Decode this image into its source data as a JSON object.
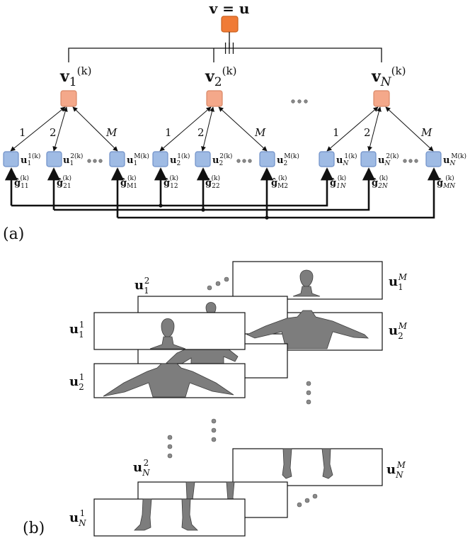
{
  "panel_a": {
    "label": "(a)",
    "top": {
      "label": "v = u",
      "equiv": "|||"
    },
    "groups": [
      {
        "v_label": "v",
        "v_sub": "1",
        "v_sup": "(k)",
        "edges": [
          "1",
          "2",
          "M"
        ],
        "nodes": [
          {
            "base": "u",
            "sub": "1",
            "sup": "1(k)",
            "g": "ĝ",
            "gsub": "11",
            "gsup": "(k)"
          },
          {
            "base": "u",
            "sub": "1",
            "sup": "2(k)",
            "g": "ĝ",
            "gsub": "21",
            "gsup": "(k)"
          },
          {
            "base": "u",
            "sub": "1",
            "sup": "M(k)",
            "g": "ĝ",
            "gsub": "M1",
            "gsup": "(k)"
          }
        ]
      },
      {
        "v_label": "v",
        "v_sub": "2",
        "v_sup": "(k)",
        "edges": [
          "1",
          "2",
          "M"
        ],
        "nodes": [
          {
            "base": "u",
            "sub": "2",
            "sup": "1(k)",
            "g": "ĝ",
            "gsub": "12",
            "gsup": "(k)"
          },
          {
            "base": "u",
            "sub": "2",
            "sup": "2(k)",
            "g": "ĝ",
            "gsub": "22",
            "gsup": "(k)"
          },
          {
            "base": "u",
            "sub": "2",
            "sup": "M(k)",
            "g": "ĝ",
            "gsub": "M2",
            "gsup": "(k)"
          }
        ]
      },
      {
        "v_label": "v",
        "v_sub": "N",
        "v_sup": "(k)",
        "edges": [
          "1",
          "2",
          "M"
        ],
        "nodes": [
          {
            "base": "u",
            "sub": "N",
            "sup": "1(k)",
            "g": "ĝ",
            "gsub": "1N",
            "gsup": "(k)"
          },
          {
            "base": "u",
            "sub": "N",
            "sup": "2(k)",
            "g": "ĝ",
            "gsub": "2N",
            "gsup": "(k)"
          },
          {
            "base": "u",
            "sub": "N",
            "sup": "M(k)",
            "g": "ĝ",
            "gsub": "MN",
            "gsup": "(k)"
          }
        ]
      }
    ],
    "colors": {
      "top": "#f07b36",
      "v_nodes": "#f4a88a",
      "u_nodes": "#9fbbe4"
    }
  },
  "panel_b": {
    "label": "(b)",
    "images": {
      "u11": {
        "base": "u",
        "sub": "1",
        "sup": "1"
      },
      "u12": {
        "base": "u",
        "sub": "1",
        "sup": "2"
      },
      "u1M": {
        "base": "u",
        "sub": "1",
        "sup": "M"
      },
      "u21": {
        "base": "u",
        "sub": "2",
        "sup": "1"
      },
      "u2M": {
        "base": "u",
        "sub": "2",
        "sup": "M"
      },
      "uN1": {
        "base": "u",
        "sub": "N",
        "sup": "1"
      },
      "uN2": {
        "base": "u",
        "sub": "N",
        "sup": "2"
      },
      "uNM": {
        "base": "u",
        "sub": "N",
        "sup": "M"
      }
    }
  }
}
